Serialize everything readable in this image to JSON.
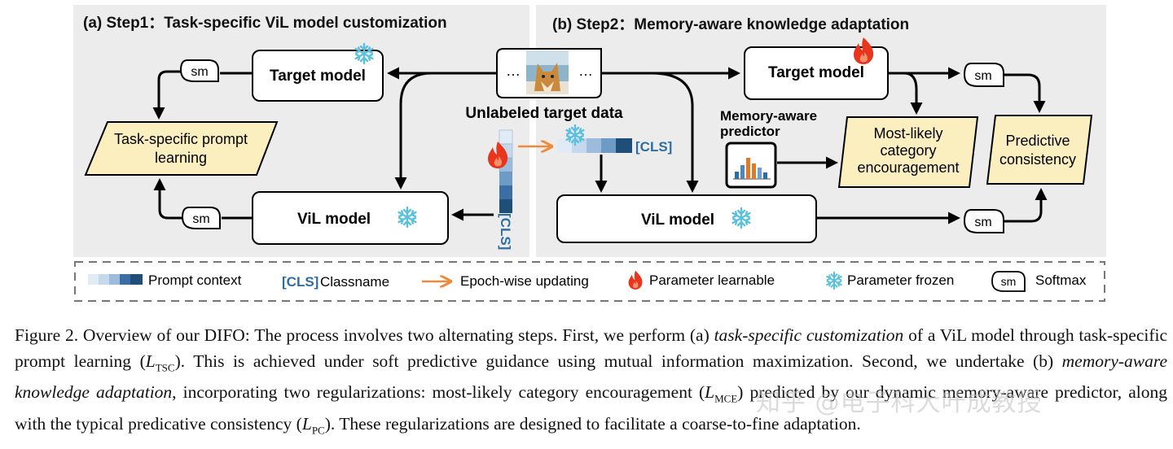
{
  "step1": {
    "title": "(a) Step1：Task-specific ViL model customization"
  },
  "step2": {
    "title": "(b) Step2：Memory-aware knowledge adaptation"
  },
  "nodes": {
    "target_model": "Target model",
    "vil_model": "ViL model",
    "prompt_learning_line1": "Task-specific prompt",
    "prompt_learning_line2": "learning",
    "unlabeled_data": "Unlabeled target data",
    "ellipsis": "…",
    "predictor_line1": "Memory-aware",
    "predictor_line2": "predictor",
    "mce_line1": "Most-likely",
    "mce_line2": "category",
    "mce_line3": "encouragement",
    "pc_line1": "Predictive",
    "pc_line2": "consistency",
    "sm": "sm",
    "cls": "[CLS]"
  },
  "legend": {
    "prompt_context": "Prompt context",
    "cls_tag": "[CLS]",
    "classname": "Classname",
    "epoch_update": "Epoch-wise updating",
    "learnable": "Parameter learnable",
    "frozen": "Parameter frozen",
    "sm": "sm",
    "softmax": "Softmax"
  },
  "caption": {
    "p1": "Figure 2. Overview of our DIFO: The process involves two alternating steps. First, we perform (a) ",
    "p1_em": "task-specific customization",
    "p2": " of a ViL model through task-specific prompt learning (",
    "l_tsc": "L",
    "l_tsc_sub": "TSC",
    "p3": "). This is achieved under soft predictive guidance using mutual information maximization. Second, we undertake (b) ",
    "p3_em": "memory-aware knowledge adaptation",
    "p4": ", incorporating two regularizations: most-likely category encouragement (",
    "l_mce": "L",
    "l_mce_sub": "MCE",
    "p5": ") predicted by our dynamic memory-aware predictor, along with the typical predicative consistency (",
    "l_pc": "L",
    "l_pc_sub": "PC",
    "p6": "). These regularizations are designed to facilitate a coarse-to-fine adaptation."
  },
  "watermark": "知乎 @电子科大叶成教授",
  "colors": {
    "panel_bg": "#ececec",
    "parallelogram_fill": "#fbeebf",
    "prompt_dark": "#1f4e79",
    "prompt_light": "#d6e4f2",
    "cls_text": "#2e6da4",
    "flame": "#e8351c",
    "snow": "#5bc0de",
    "epoch_arrow": "#f08a3c"
  }
}
